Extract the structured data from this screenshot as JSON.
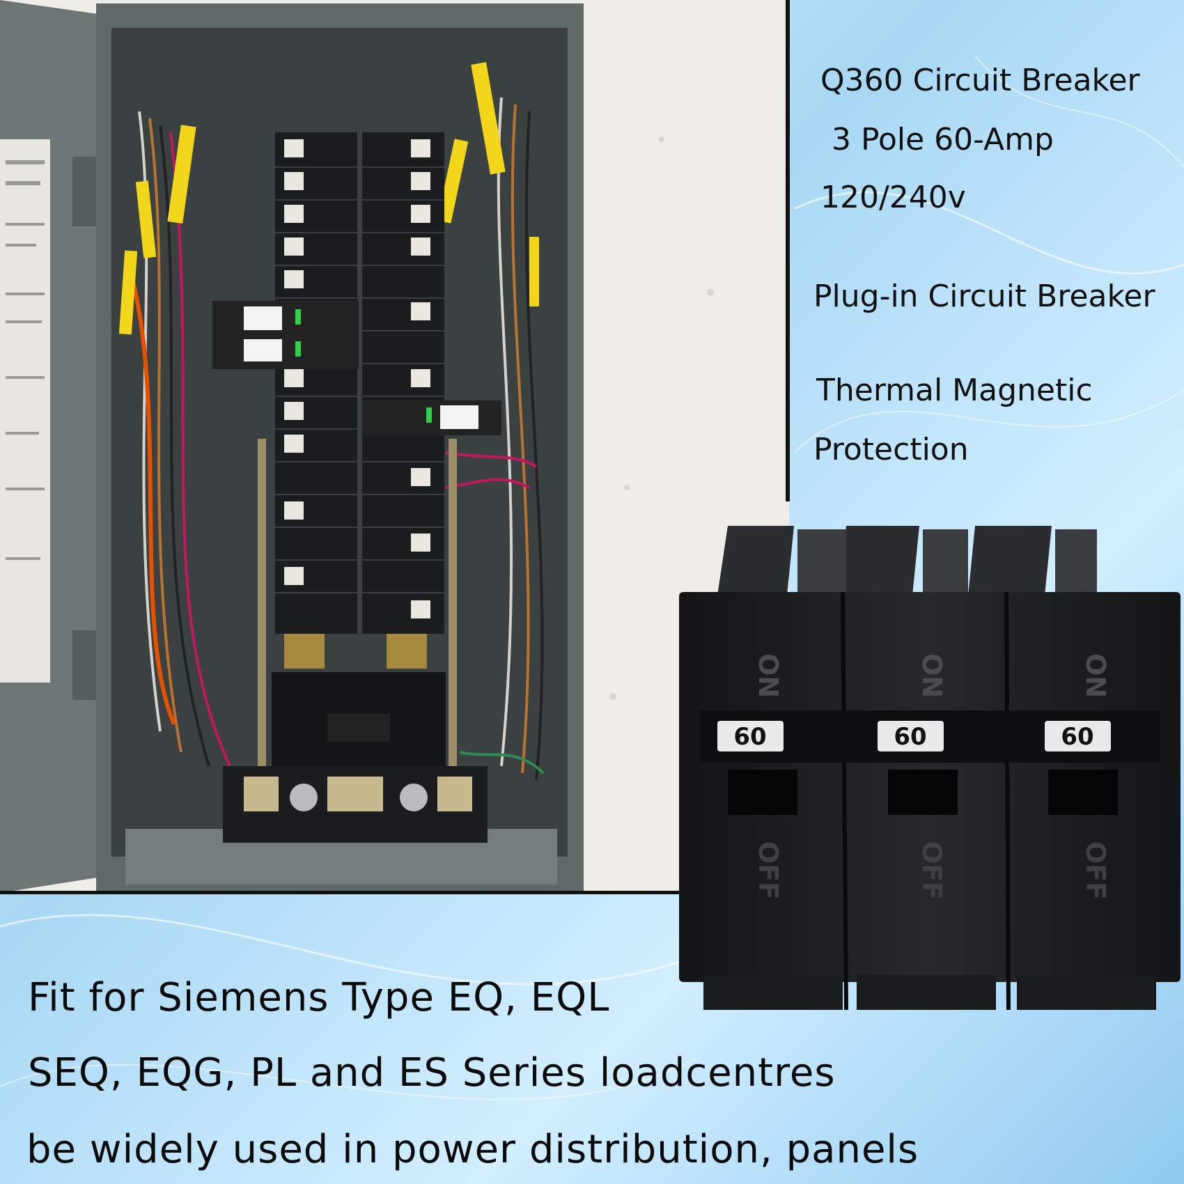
{
  "specs": {
    "line1": "Q360 Circuit Breaker",
    "line2": "3 Pole 60-Amp",
    "line3": "120/240v",
    "line4": "Plug-in Circuit Breaker",
    "line5": "Thermal Magnetic",
    "line6": "Protection"
  },
  "description": {
    "line1": "Fit for Siemens Type EQ, EQL",
    "line2": "SEQ, EQG, PL and ES Series loadcentres",
    "line3": "be widely used in power distribution, panels"
  },
  "breaker": {
    "rating_labels": [
      "60",
      "60",
      "60"
    ],
    "on_label": "ON",
    "off_label": "OFF"
  },
  "colors": {
    "background": "#a9d8f4",
    "breaker_body": "#1c1d1f",
    "panel_enclosure": "#5f6a68",
    "wall": "#f1efe9",
    "label_yellow": "#f2d61c"
  }
}
